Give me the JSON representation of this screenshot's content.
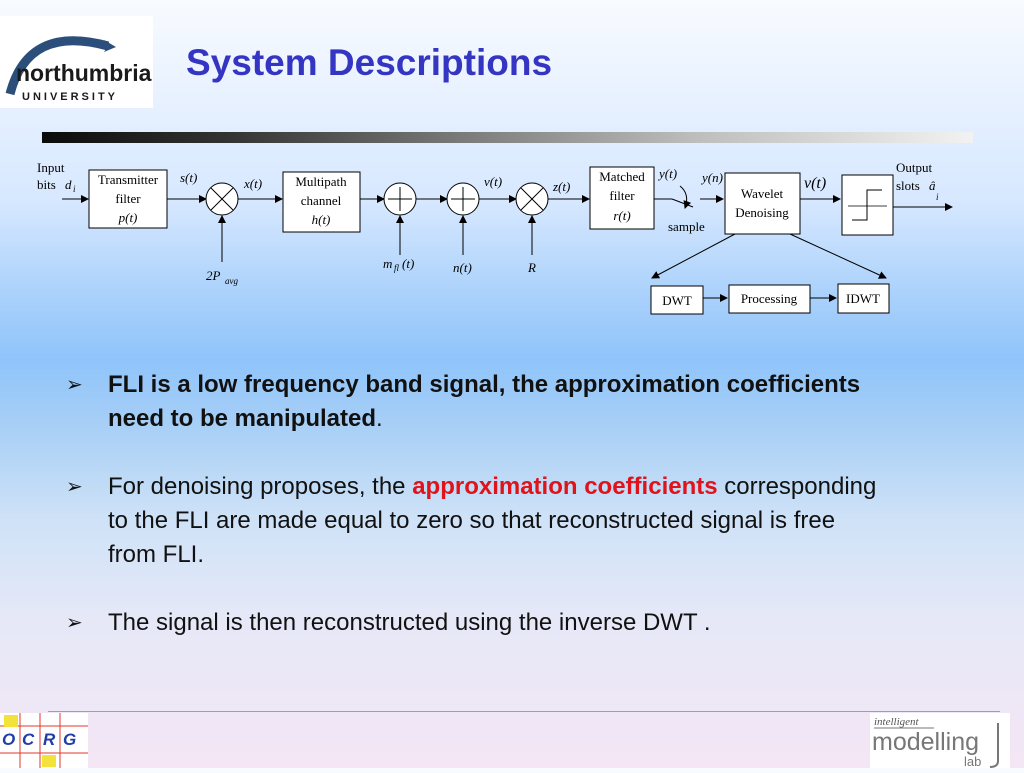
{
  "header": {
    "title": "System Descriptions",
    "logo_line1": "northumbria",
    "logo_line2": "UNIVERSITY"
  },
  "diagram": {
    "input_label": "Input",
    "input_label2": "bits",
    "d": "d",
    "i": "i",
    "tx1": "Transmitter",
    "tx2": "filter",
    "tx3": "p(t)",
    "s": "s(t)",
    "x": "x(t)",
    "avg": "2P",
    "avg_sub": "avg",
    "mp1": "Multipath",
    "mp2": "channel",
    "mp3": "h(t)",
    "mfl": "m",
    "mfl_sub": "fl",
    "mfl_t": "(t)",
    "nt": "n(t)",
    "vt": "v(t)",
    "R": "R",
    "zt": "z(t)",
    "mf1": "Matched",
    "mf2": "filter",
    "mf3": "r(t)",
    "yt": "y(t)",
    "yn": "y(n)",
    "sample": "sample",
    "wd1": "Wavelet",
    "wd2": "Denoising",
    "nu": "ν(t)",
    "out1": "Output",
    "out2": "slots",
    "ahat": "â",
    "ai": "i",
    "dwt": "DWT",
    "proc": "Processing",
    "idwt": "IDWT"
  },
  "bullets": {
    "mark": "➢",
    "b1": "FLI is a low frequency band signal, the approximation coefficients need to be manipulated",
    "b1_end": ".",
    "b2_pre": "For denoising proposes, the ",
    "b2_red": "approximation coefficients",
    "b2_post": " corresponding to the FLI are made equal to zero so that reconstructed signal is free from FLI.",
    "b3": "The signal is then reconstructed using the inverse DWT ."
  },
  "footer": {
    "ocrg": [
      "O",
      "C",
      "R",
      "G"
    ],
    "iml1": "intelligent",
    "iml2": "modelling",
    "iml3": "lab"
  },
  "colors": {
    "title": "#3535c4",
    "highlight": "#e0131b"
  }
}
